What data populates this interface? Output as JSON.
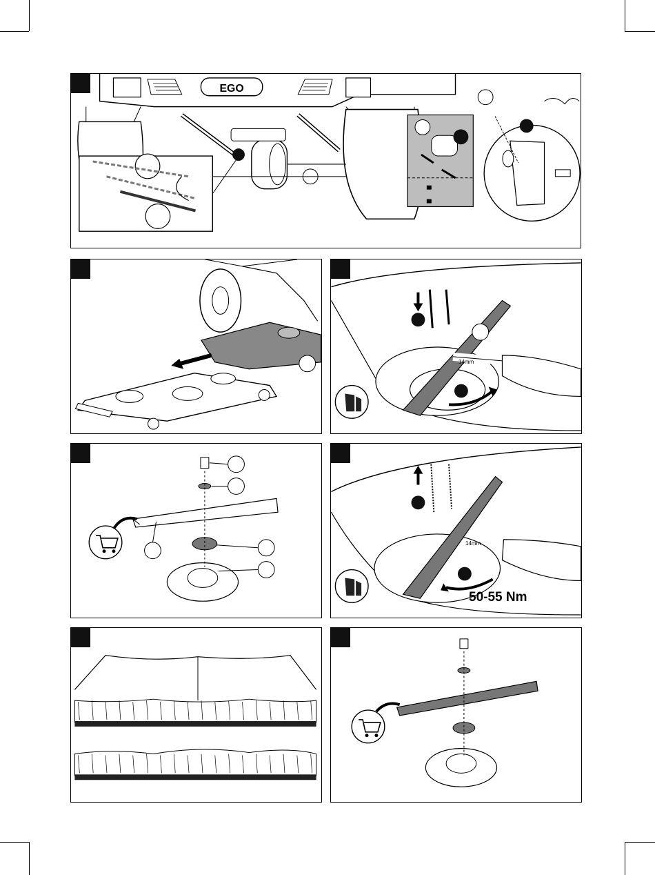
{
  "brand": {
    "logo_text": "EGO"
  },
  "panels": [
    {
      "id": "p1",
      "content": "mower-front-detach-deck"
    },
    {
      "id": "p2",
      "content": "deck-removal"
    },
    {
      "id": "p3",
      "content": "blade-loosen",
      "wrench_size": "14mm"
    },
    {
      "id": "p4",
      "content": "blade-exploded-view"
    },
    {
      "id": "p5",
      "content": "blade-tighten",
      "wrench_size": "14mm",
      "torque": "50-55 Nm"
    },
    {
      "id": "p6",
      "content": "cutting-height-grass"
    },
    {
      "id": "p7",
      "content": "blade-exploded-view-simple"
    }
  ],
  "icons": [
    "gloves-icon",
    "shopping-cart-icon",
    "lock-icon",
    "unlock-icon",
    "arrow-icon"
  ]
}
